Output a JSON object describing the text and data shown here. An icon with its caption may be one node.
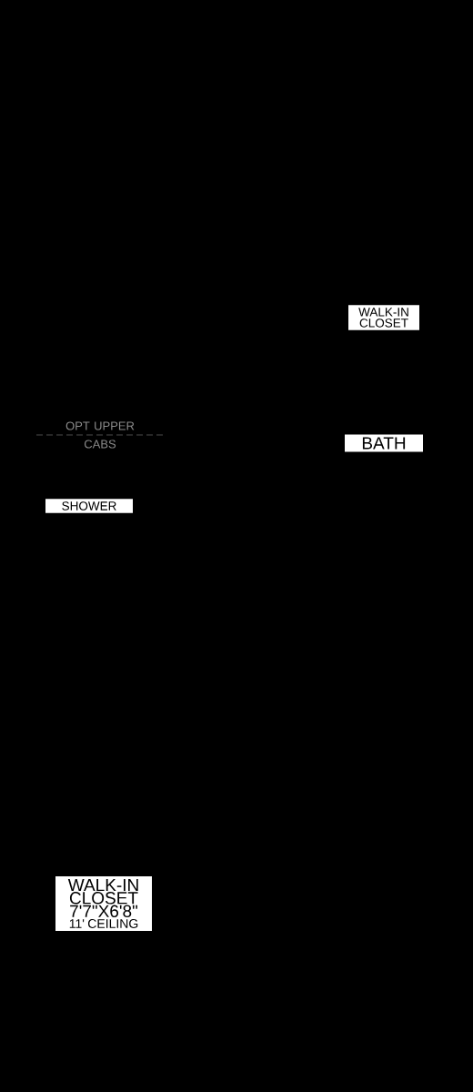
{
  "diagram": {
    "nodes": [
      {
        "text": [
          "WALK-IN CLOSET"
        ]
      },
      {
        "text": [
          "BATH"
        ]
      },
      {
        "text": [
          "SHOWER"
        ]
      },
      {
        "text": [
          "WALK-IN CLOSET",
          "7'7\"X6'8\"",
          "11' CEILING"
        ]
      }
    ],
    "labels": [
      "OPT UPPER CABS"
    ]
  }
}
